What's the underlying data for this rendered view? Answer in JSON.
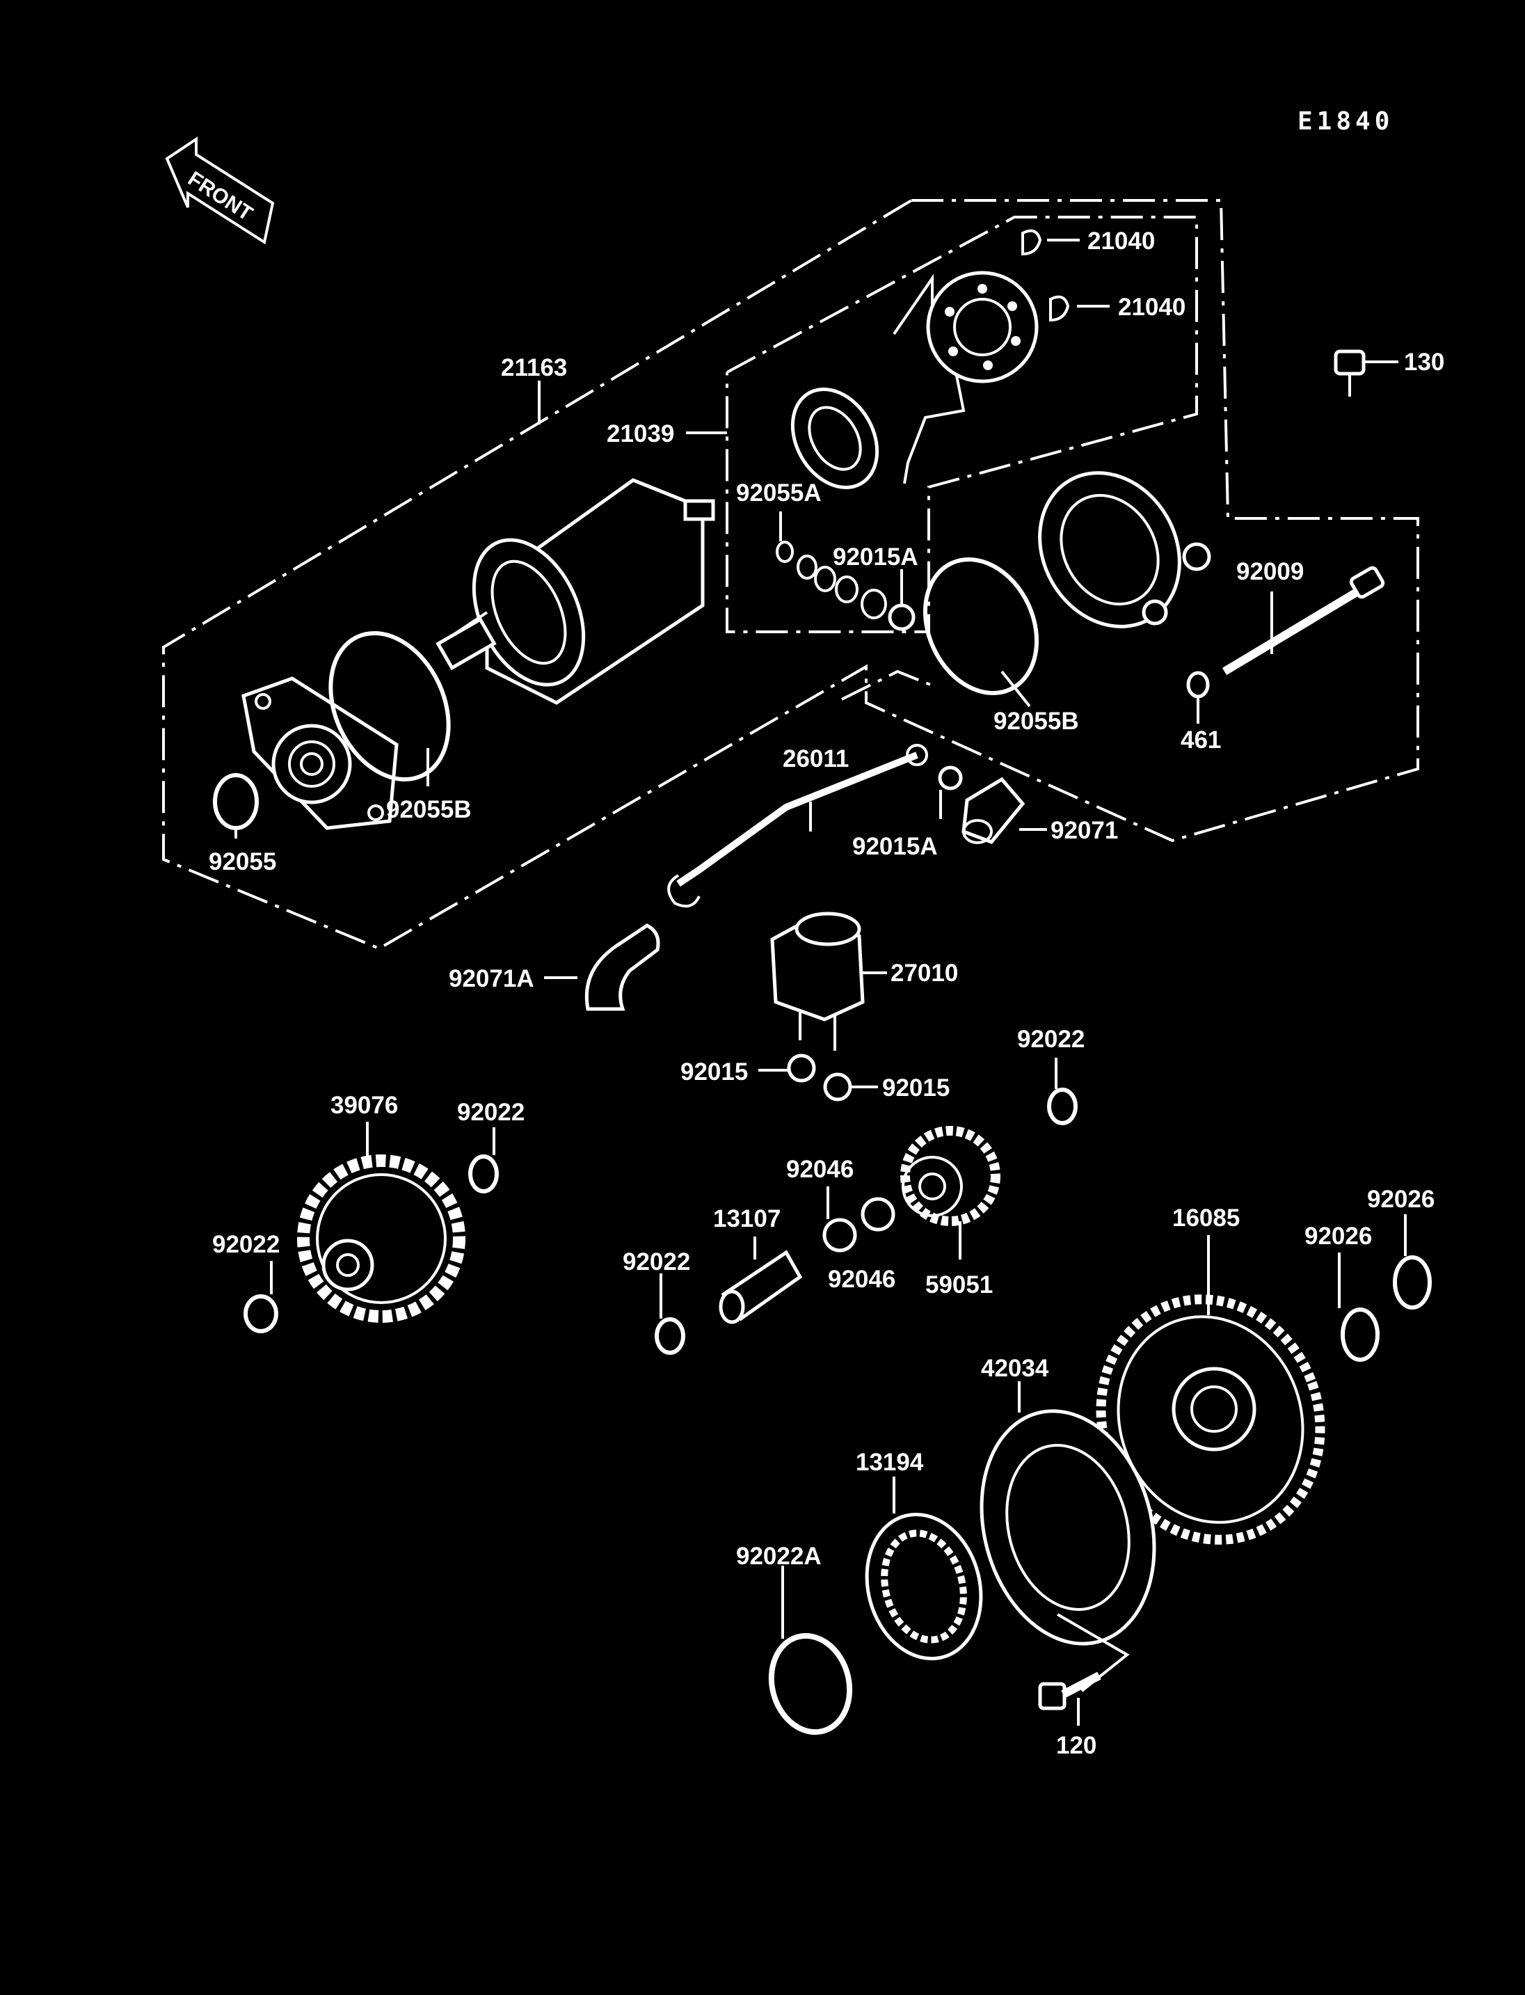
{
  "diagram": {
    "code": "E1840",
    "front": "FRONT",
    "labels": {
      "p21163": "21163",
      "p21039": "21039",
      "p21040a": "21040",
      "p21040b": "21040",
      "p130": "130",
      "p92055A": "92055A",
      "p92015A_top": "92015A",
      "p92009": "92009",
      "p92055B_left": "92055B",
      "p92055B_right": "92055B",
      "p92055": "92055",
      "p461": "461",
      "p26011": "26011",
      "p92015A_mid": "92015A",
      "p92071": "92071",
      "p92071A": "92071A",
      "p27010": "27010",
      "p92015_left": "92015",
      "p92015_right": "92015",
      "p92022_right": "92022",
      "p39076": "39076",
      "p92022_topleft": "92022",
      "p92022_left": "92022",
      "p92046_top": "92046",
      "p92046_bottom": "92046",
      "p13107": "13107",
      "p92022_mid": "92022",
      "p59051": "59051",
      "p16085": "16085",
      "p92026_a": "92026",
      "p92026_b": "92026",
      "p42034": "42034",
      "p13194": "13194",
      "p92022A": "92022A",
      "p120": "120"
    }
  }
}
